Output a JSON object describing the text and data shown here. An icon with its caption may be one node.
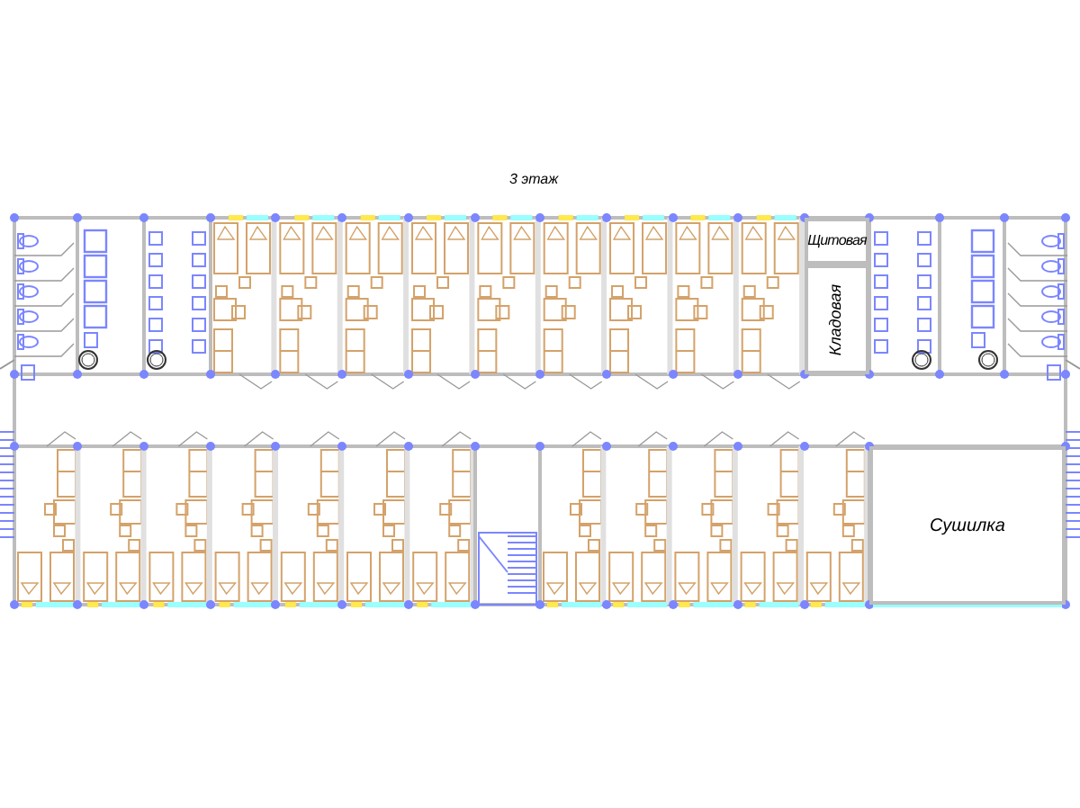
{
  "diagram": {
    "title": "3 этаж",
    "nodes": [
      {
        "text": [
          "Щитовая"
        ]
      },
      {
        "text": [
          "Кладовая"
        ]
      },
      {
        "text": [
          "Сушилка"
        ]
      }
    ]
  }
}
